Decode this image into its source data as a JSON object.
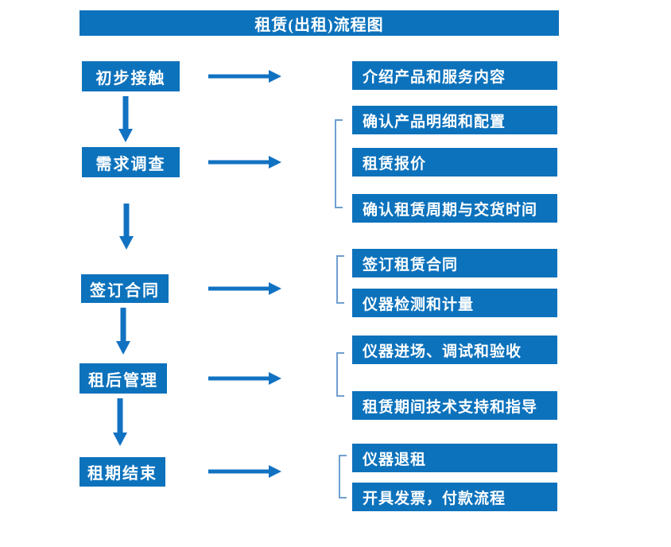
{
  "title": "租赁(出租)流程图",
  "colors": {
    "box_blue": "#0d72bc",
    "arrow_blue": "#1272c2",
    "bracket_blue": "#6f9fd0",
    "text_white": "#ffffff",
    "background": "#ffffff"
  },
  "steps": [
    {
      "label": "初步接触",
      "details": [
        "介绍产品和服务内容"
      ]
    },
    {
      "label": "需求调查",
      "details": [
        "确认产品明细和配置",
        "租赁报价",
        "确认租赁周期与交货时间"
      ]
    },
    {
      "label": "签订合同",
      "details": [
        "签订租赁合同",
        "仪器检测和计量"
      ]
    },
    {
      "label": "租后管理",
      "details": [
        "仪器进场、调试和验收",
        "租赁期间技术支持和指导"
      ]
    },
    {
      "label": "租期结束",
      "details": [
        "仪器退租",
        "开具发票，付款流程"
      ]
    }
  ]
}
